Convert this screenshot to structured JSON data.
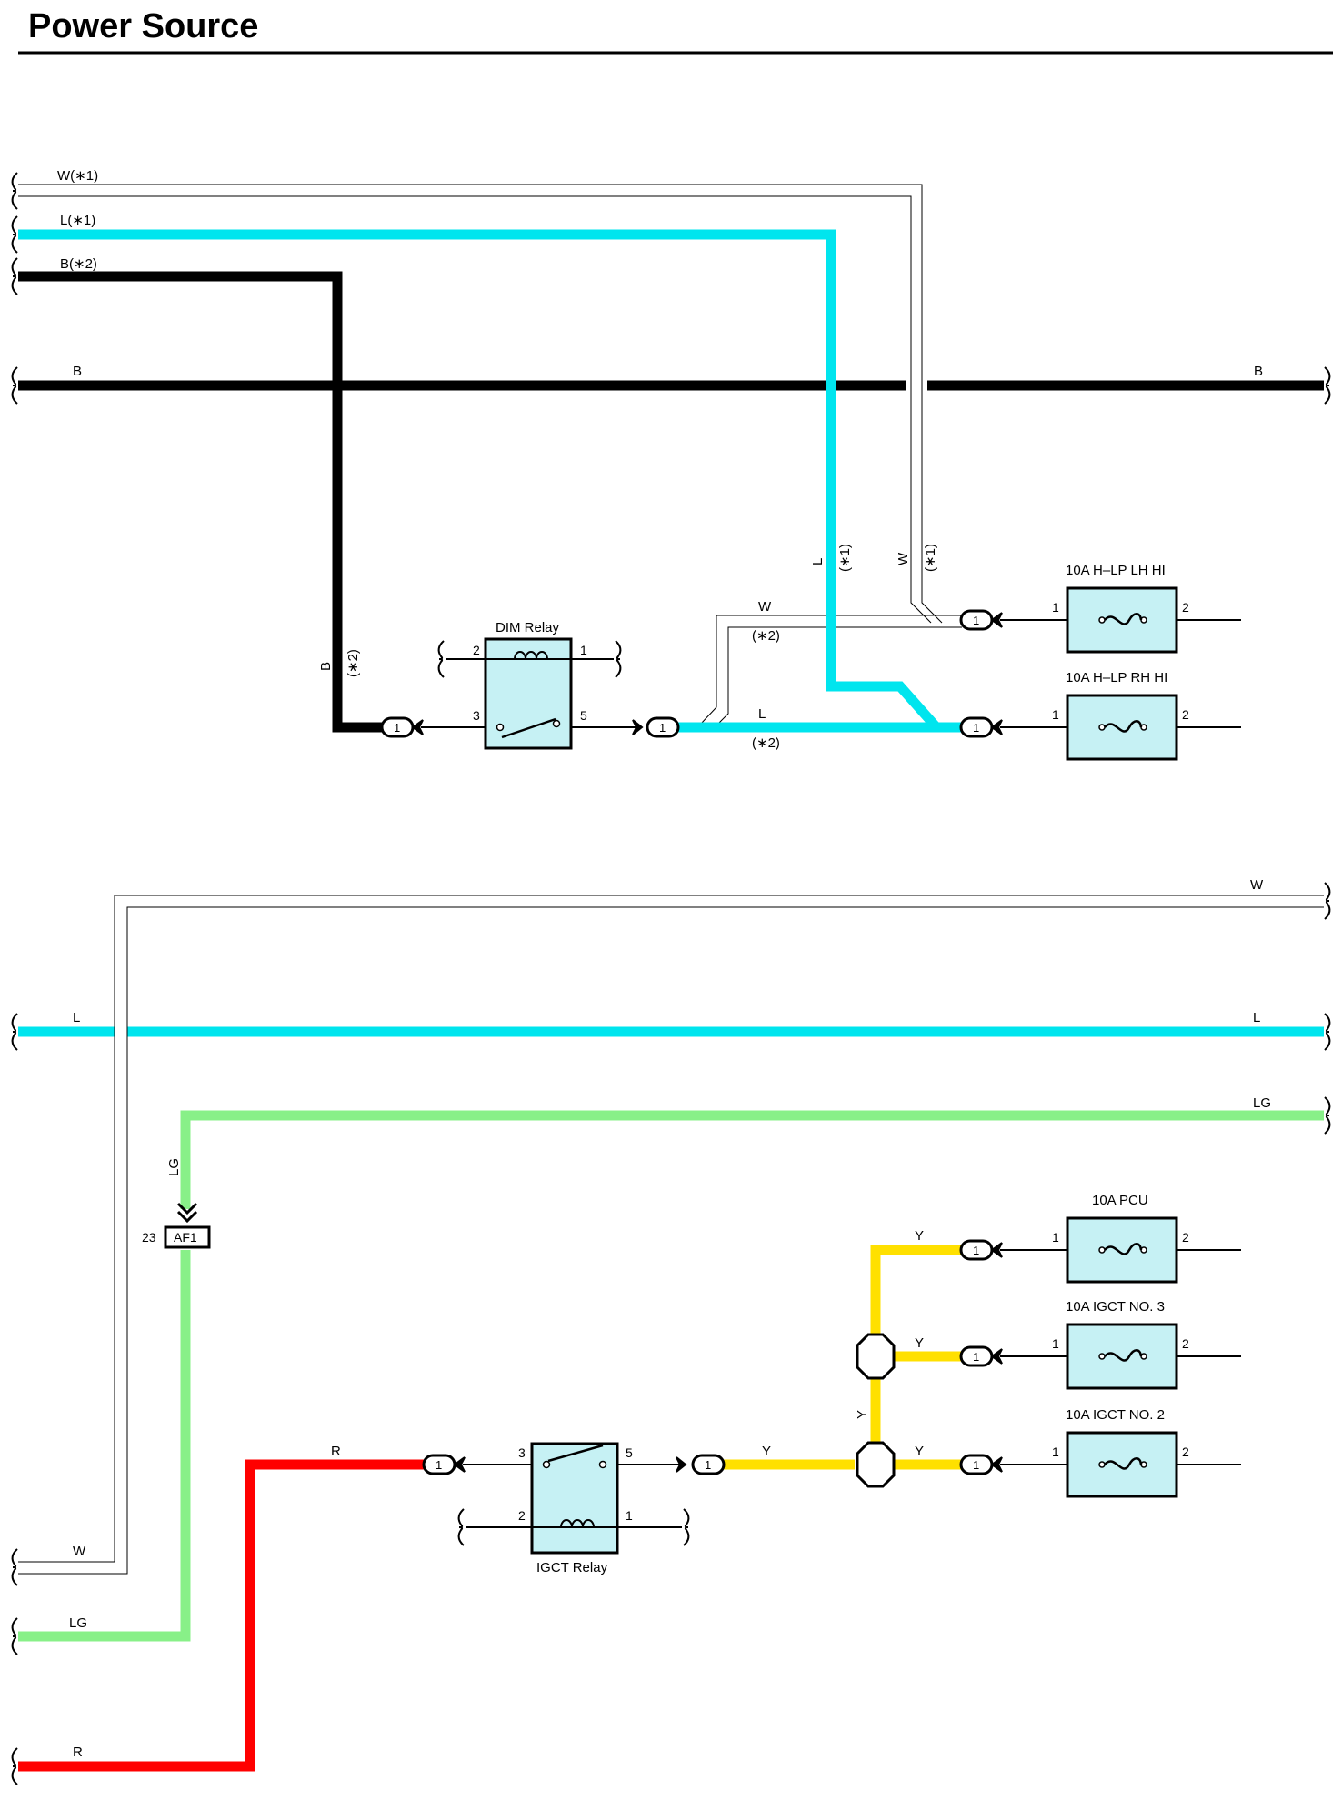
{
  "title": "Power Source",
  "colors": {
    "B": "#000000",
    "L": "#00e5ee",
    "LG": "#88f088",
    "R": "#ff0000",
    "Y": "#ffe000",
    "W": "#ffffff",
    "component_fill": "#c6f1f4"
  },
  "wire_labels": {
    "w_star1": "W(∗1)",
    "l_star1": "L(∗1)",
    "b_star2": "B(∗2)",
    "b_left": "B",
    "b_right": "B",
    "l_vert_color": "L",
    "l_vert_note": "(∗1)",
    "w_vert_color": "W",
    "w_vert_note": "(∗1)",
    "b_vert_color": "B",
    "b_vert_note": "(∗2)",
    "w_lower_color": "W",
    "w_lower_note": "(∗2)",
    "l_lower_color": "L",
    "l_lower_note": "(∗2)",
    "w2_right": "W",
    "w2_left": "W",
    "l2_left": "L",
    "l2_right": "L",
    "lg_right": "LG",
    "lg_vert": "LG",
    "lg_left": "LG",
    "r_left": "R",
    "r_top": "R",
    "y_pcu": "Y",
    "y_igct3": "Y",
    "y_vert": "Y",
    "y_igct2": "Y",
    "y_relay": "Y"
  },
  "components": {
    "dim_relay": {
      "name": "DIM Relay",
      "pins": [
        "2",
        "1",
        "3",
        "5"
      ]
    },
    "igct_relay": {
      "name": "IGCT Relay",
      "pins": [
        "3",
        "5",
        "2",
        "1"
      ]
    },
    "fuses": [
      {
        "name": "10A H–LP LH HI",
        "pin_in": "1",
        "pin_out": "2"
      },
      {
        "name": "10A H–LP RH HI",
        "pin_in": "1",
        "pin_out": "2"
      },
      {
        "name": "10A PCU",
        "pin_in": "1",
        "pin_out": "2"
      },
      {
        "name": "10A IGCT NO. 3",
        "pin_in": "1",
        "pin_out": "2"
      },
      {
        "name": "10A IGCT NO. 2",
        "pin_in": "1",
        "pin_out": "2"
      }
    ],
    "connector_af1": {
      "name": "AF1",
      "pin": "23"
    }
  },
  "connector_pin": "1"
}
